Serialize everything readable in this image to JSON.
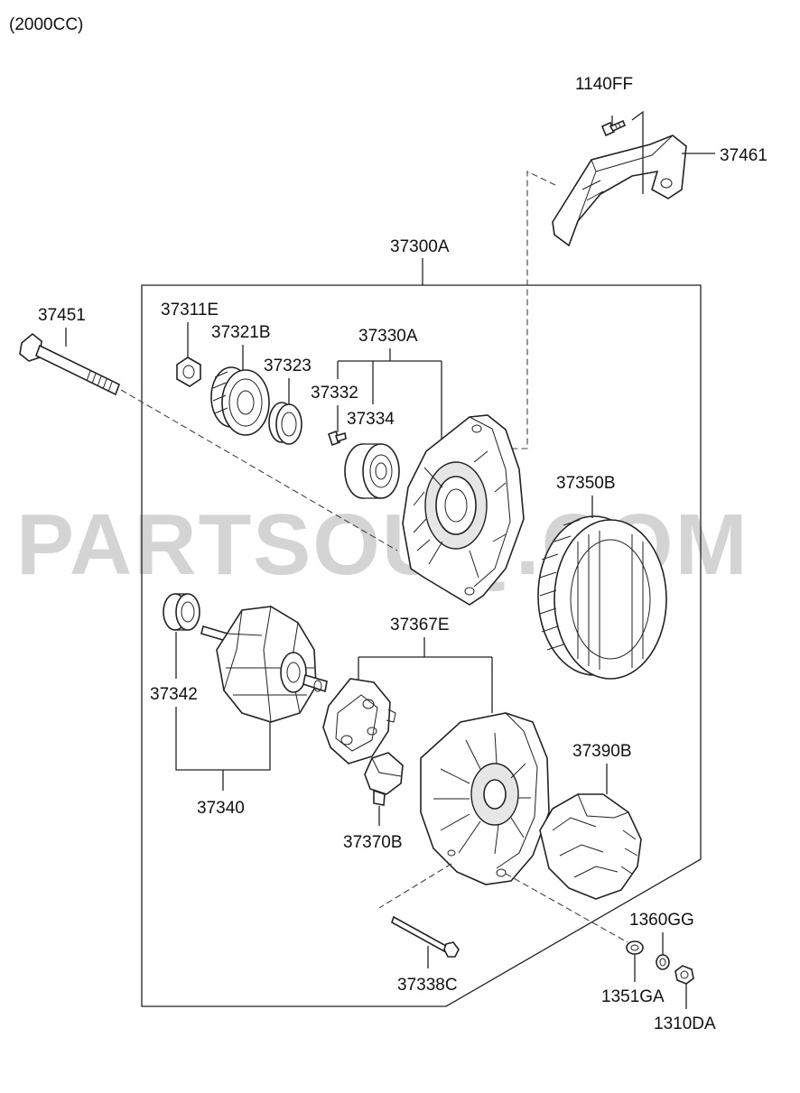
{
  "header": {
    "engine_note": "(2000CC)"
  },
  "watermark": "PARTSOUQ.COM",
  "parts": {
    "p1140FF": "1140FF",
    "p37461": "37461",
    "p37300A": "37300A",
    "p37451": "37451",
    "p37311E": "37311E",
    "p37321B": "37321B",
    "p37323": "37323",
    "p37330A": "37330A",
    "p37332": "37332",
    "p37334": "37334",
    "p37350B": "37350B",
    "p37367E": "37367E",
    "p37342": "37342",
    "p37340": "37340",
    "p37370B": "37370B",
    "p37390B": "37390B",
    "p1360GG": "1360GG",
    "p37338C": "37338C",
    "p1351GA": "1351GA",
    "p1310DA": "1310DA"
  }
}
